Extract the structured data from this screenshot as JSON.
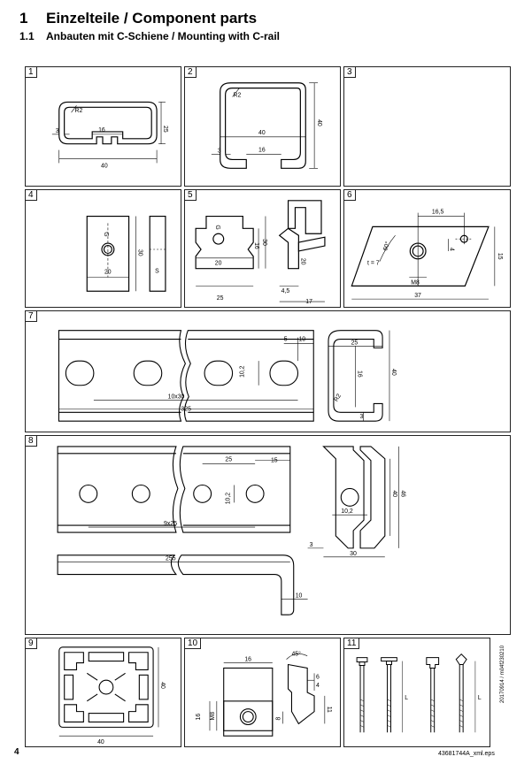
{
  "header": {
    "section_number": "1",
    "section_title": "Einzelteile / Component parts",
    "subsection_number": "1.1",
    "subsection_title": "Anbauten mit C-Schiene / Mounting with C-rail"
  },
  "panels": [
    {
      "label": "1",
      "dims": [
        "R2",
        "25",
        "3",
        "16",
        "40"
      ]
    },
    {
      "label": "2",
      "dims": [
        "R2",
        "40",
        "40",
        "3",
        "16"
      ]
    },
    {
      "label": "3",
      "dims": []
    },
    {
      "label": "4",
      "dims": [
        "G",
        "30",
        "20",
        "S"
      ]
    },
    {
      "label": "5",
      "dims": [
        "G",
        "16",
        "30",
        "20",
        "25",
        "20",
        "4,5",
        "17"
      ]
    },
    {
      "label": "6",
      "dims": [
        "16,5",
        "60°",
        "4",
        "15",
        "t = 7",
        "M8",
        "37"
      ]
    },
    {
      "label": "7",
      "dims": [
        "5",
        "10",
        "10,2",
        "10x30",
        "325",
        "25",
        "40",
        "16",
        "R2",
        "3"
      ]
    },
    {
      "label": "8",
      "dims": [
        "25",
        "15",
        "10,2",
        "9x25",
        "255",
        "10",
        "40",
        "46",
        "10,2",
        "3",
        "30"
      ]
    },
    {
      "label": "9",
      "dims": [
        "40",
        "40"
      ]
    },
    {
      "label": "10",
      "dims": [
        "16",
        "45°",
        "6",
        "4",
        "M8",
        "16",
        "8",
        "11"
      ]
    },
    {
      "label": "11",
      "dims": [
        "L",
        "L"
      ]
    }
  ],
  "footer": {
    "page_number": "4",
    "file_name": "43681744A_xml.eps",
    "side_code": "20170914 / m04f230210"
  }
}
